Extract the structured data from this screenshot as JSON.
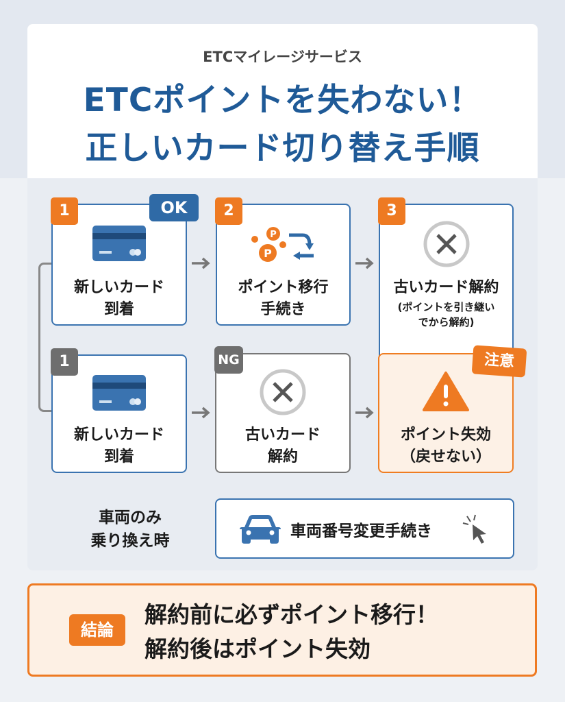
{
  "header": {
    "subtitle": "ETCマイレージサービス",
    "title_line1": "ETCポイントを失わない！",
    "title_line2": "正しいカード切り替え手順"
  },
  "correct_flow": {
    "ok_tag": "OK",
    "steps": [
      {
        "number": "1",
        "line1": "新しいカード",
        "line2": "到着"
      },
      {
        "number": "2",
        "line1": "ポイント移行",
        "line2": "手続き"
      },
      {
        "number": "3",
        "line1": "古いカード解約",
        "note1": "(ポイントを引き継い",
        "note2": "でから解約)"
      }
    ]
  },
  "wrong_flow": {
    "ng_tag": "NG",
    "caution_tag": "注意",
    "steps": [
      {
        "number": "1",
        "line1": "新しいカード",
        "line2": "到着"
      },
      {
        "line1": "古いカード",
        "line2": "解約"
      },
      {
        "line1": "ポイント失効",
        "line2": "（戻せない）"
      }
    ]
  },
  "vehicle": {
    "label_line1": "車両のみ",
    "label_line2": "乗り換え時",
    "action": "車両番号変更手続き"
  },
  "conclusion": {
    "tag": "結論",
    "line1": "解約前に必ずポイント移行！",
    "line2": "解約後はポイント失効"
  },
  "colors": {
    "blue": "#1f5a97",
    "orange": "#ee7a22",
    "gray": "#6e6e6e"
  }
}
